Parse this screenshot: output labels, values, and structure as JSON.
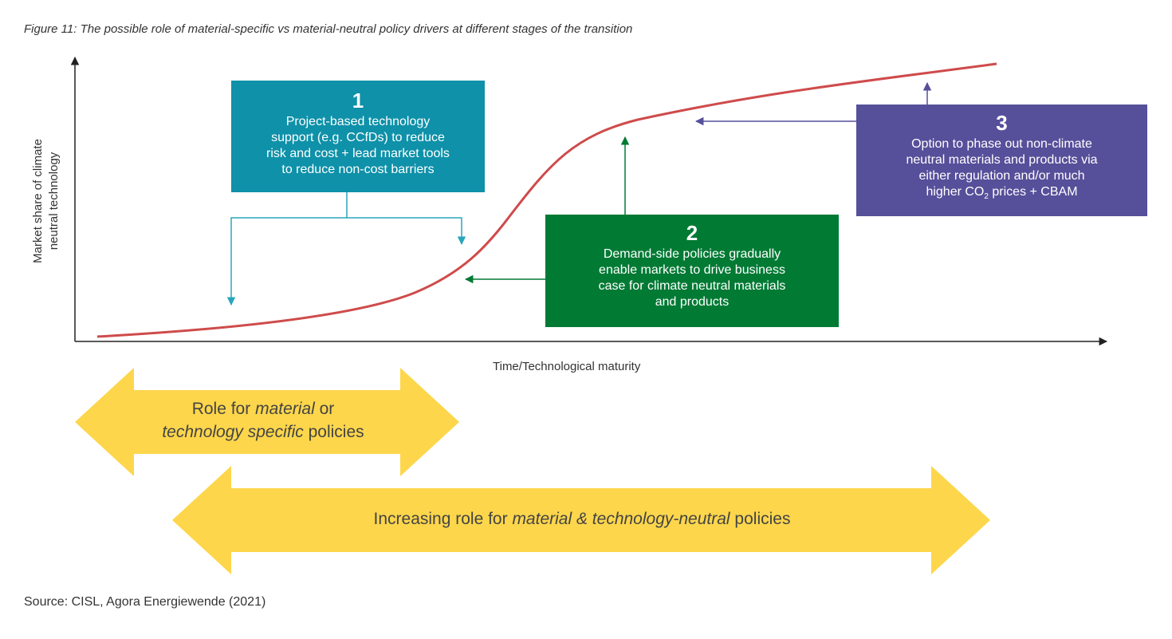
{
  "caption": "Figure 11: The possible role of material-specific vs material-neutral policy drivers at different stages of the transition",
  "source": "Source: CISL, Agora Energiewende (2021)",
  "axes": {
    "x_label": "Time/Technological maturity",
    "y_label_line1": "Market share of climate",
    "y_label_line2": "neutral technology"
  },
  "boxes": [
    {
      "number": "1",
      "lines": [
        "Project-based technology",
        "support (e.g. CCfDs) to reduce",
        "risk and cost + lead market tools",
        "to reduce non-cost barriers"
      ],
      "color": "#0e91a9"
    },
    {
      "number": "2",
      "lines": [
        "Demand-side policies gradually",
        "enable markets to drive business",
        "case for climate neutral materials",
        "and products"
      ],
      "color": "#017a34"
    },
    {
      "number": "3",
      "lines": [
        "Option to phase out non-climate",
        "neutral materials and products via",
        "either regulation and/or much"
      ],
      "line4_pre": "higher CO",
      "line4_sub": "2",
      "line4_post": " prices + CBAM",
      "color": "#564f9a"
    }
  ],
  "arrows": {
    "specific": {
      "pre": "Role for ",
      "em1": "material",
      "mid": " or",
      "em2": "technology specific",
      "post": " policies"
    },
    "neutral": {
      "pre": "Increasing role for ",
      "em": "material & technology-neutral",
      "post": " policies"
    },
    "fill_color": "#fdd64b"
  },
  "colors": {
    "curve": "#cf4b4b",
    "axis": "#222222"
  }
}
